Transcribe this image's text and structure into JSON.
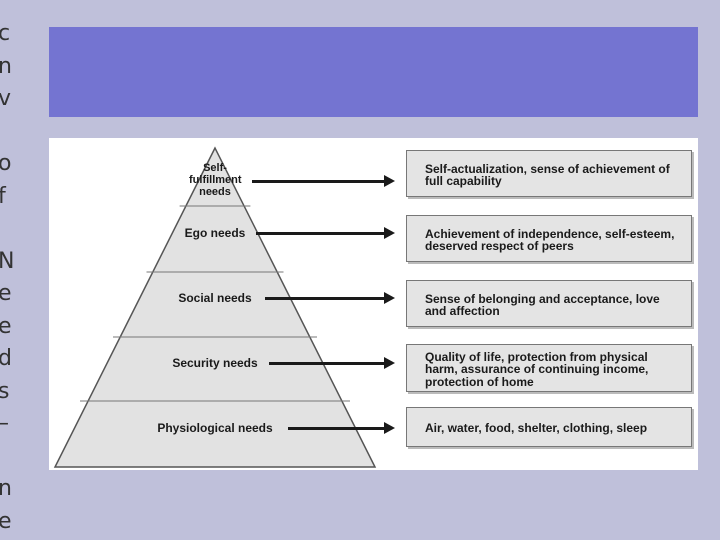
{
  "side_text": [
    "c",
    "n",
    "v",
    "",
    "o",
    "f",
    "",
    "N",
    "e",
    "e",
    "d",
    "s",
    "–",
    "",
    "n",
    "e"
  ],
  "pyramid": {
    "levels": [
      {
        "label": "Self-fulfillment needs",
        "description": "Self-actualization, sense of achievement of full capability"
      },
      {
        "label": "Ego needs",
        "description": "Achievement of independence, self-esteem, deserved respect of peers"
      },
      {
        "label": "Social needs",
        "description": "Sense of belonging and acceptance, love and affection"
      },
      {
        "label": "Security needs",
        "description": "Quality of life, protection from physical harm, assurance of continuing income, protection of home"
      },
      {
        "label": "Physiological needs",
        "description": "Air, water, food, shelter, clothing, sleep"
      }
    ]
  },
  "colors": {
    "background": "#bfc0da",
    "title_bar": "#7474d1",
    "pyramid_fill": "#e2e2e2",
    "box_fill": "#e4e4e4"
  }
}
